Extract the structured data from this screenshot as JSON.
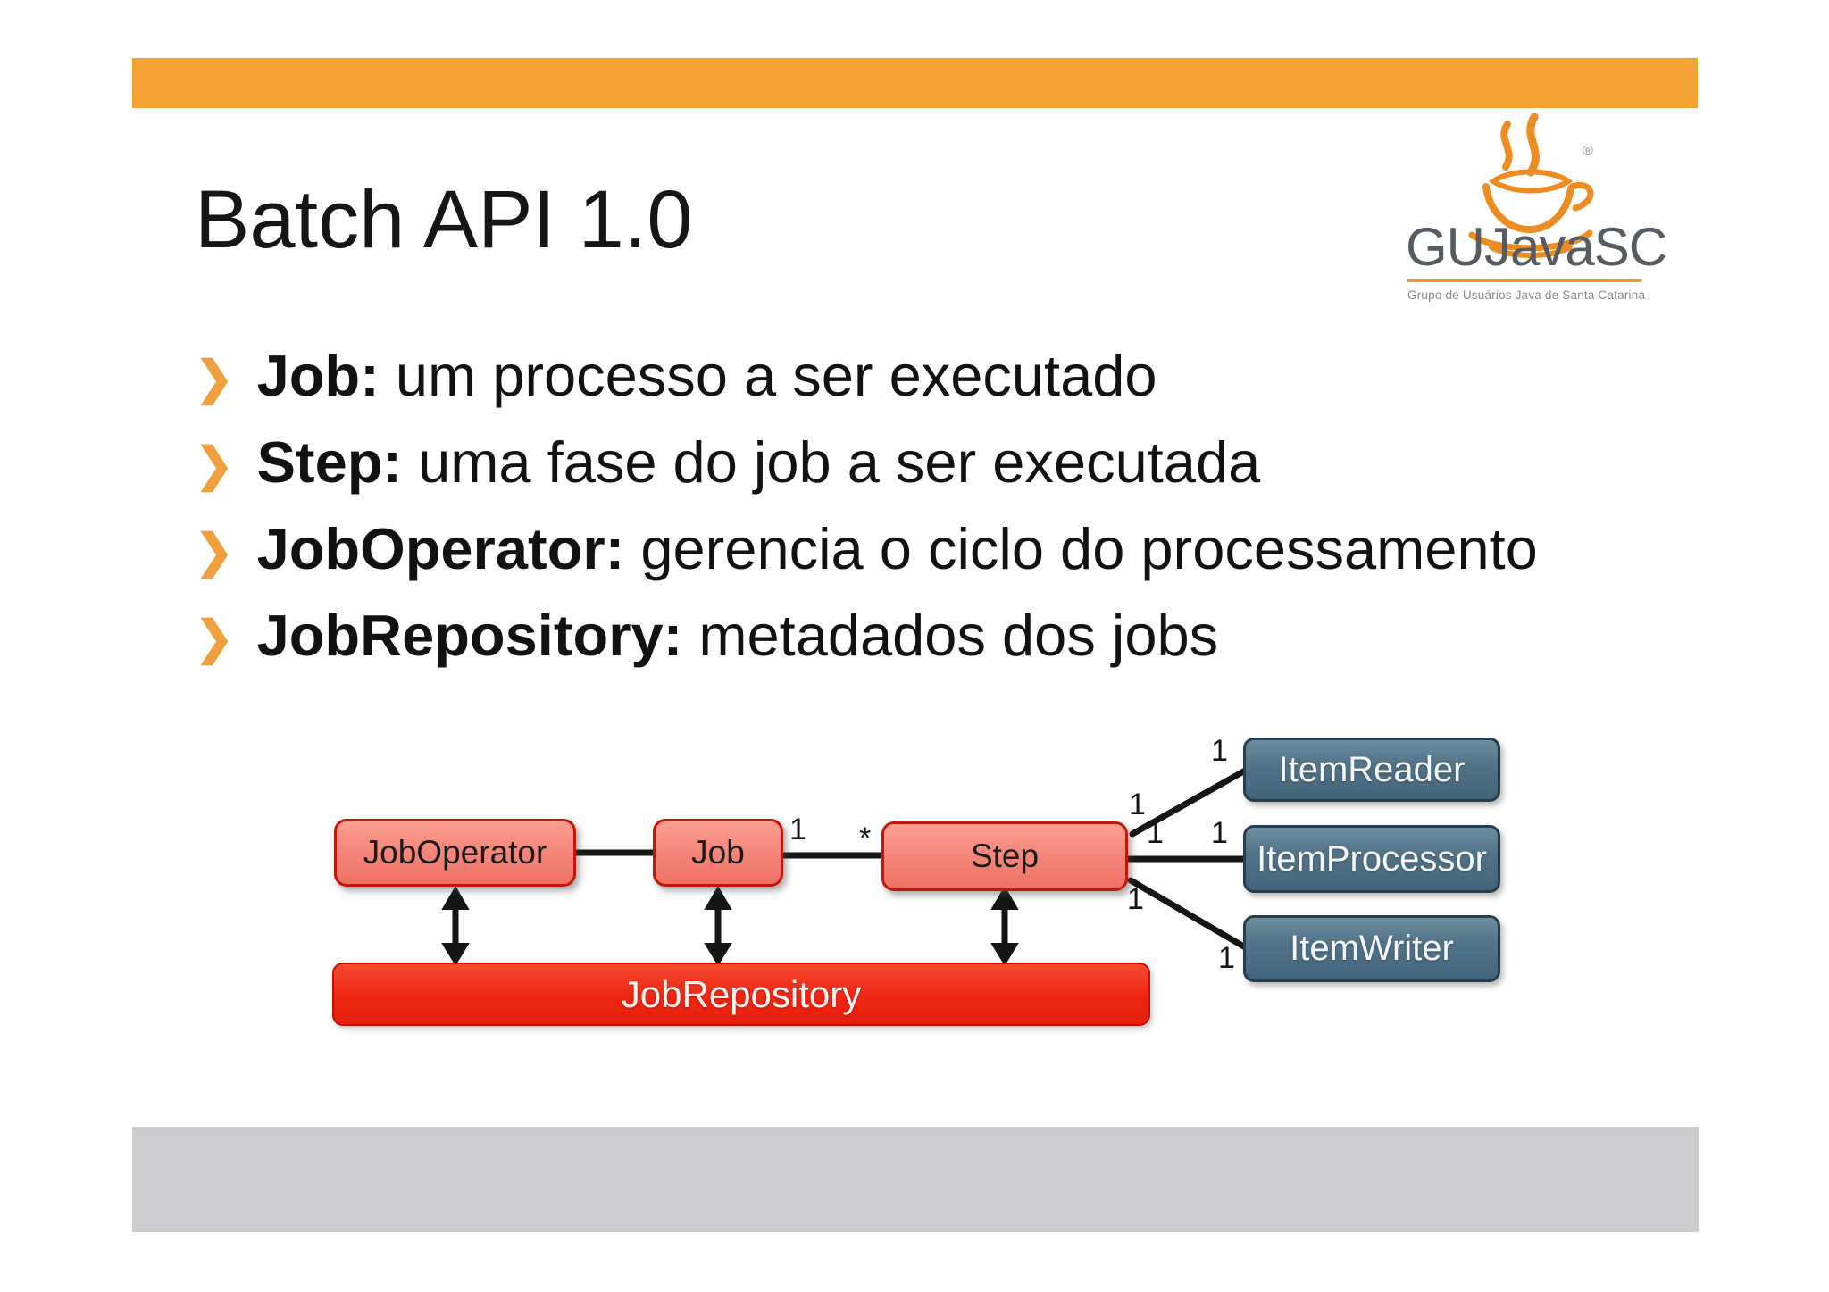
{
  "slide": {
    "title": "Batch API 1.0",
    "bullets": [
      {
        "term": "Job:",
        "rest": " um processo a ser executado"
      },
      {
        "term": "Step:",
        "rest": " uma fase do job a ser executada"
      },
      {
        "term": "JobOperator:",
        "rest": " gerencia o ciclo do processamento"
      },
      {
        "term": "JobRepository:",
        "rest": " metadados dos jobs"
      }
    ],
    "icons": {
      "bullet_chevron": "❯",
      "coffee_cup": "coffee-cup-icon"
    },
    "logo": {
      "name": "GUJavaSC",
      "subtitle": "Grupo de Usuários Java de Santa Catarina",
      "registered": "®"
    },
    "colors": {
      "accent_orange": "#F4A234",
      "salmon_node": "#F2837A",
      "red_node": "#EE2512",
      "slate_node": "#4E7086",
      "footer_gray": "#CCCBCE"
    }
  },
  "diagram": {
    "nodes": {
      "jobOperator": "JobOperator",
      "job": "Job",
      "step": "Step",
      "itemReader": "ItemReader",
      "itemProcessor": "ItemProcessor",
      "itemWriter": "ItemWriter",
      "jobRepository": "JobRepository"
    },
    "multiplicities": {
      "job_step_one": "1",
      "job_step_many": "*",
      "step_reader_src": "1",
      "step_reader_dst": "1",
      "step_processor_src": "1",
      "step_processor_dst": "1",
      "step_writer_src": "1",
      "step_writer_dst": "1"
    }
  }
}
